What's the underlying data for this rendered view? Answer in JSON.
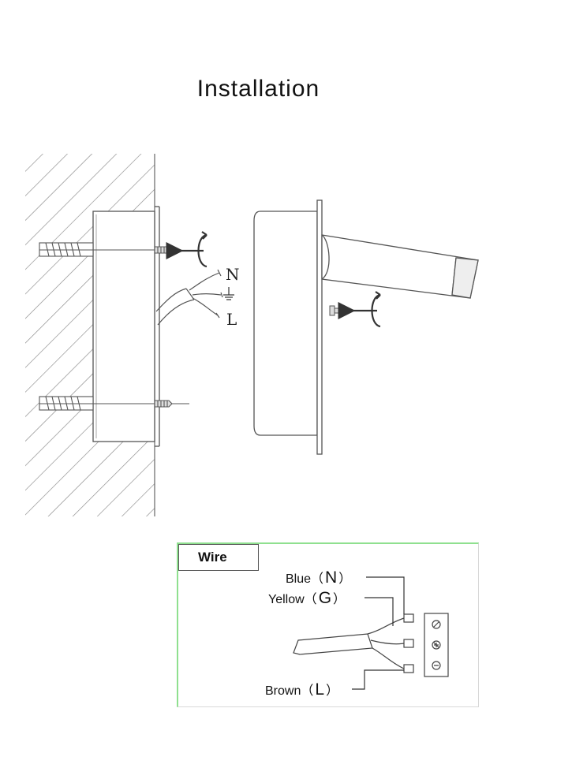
{
  "title": "Installation",
  "terminals": {
    "n": "N",
    "l": "L"
  },
  "wire_panel": {
    "tab_label": "Wire",
    "blue": {
      "label": "Blue",
      "code": "N"
    },
    "yellow": {
      "label": "Yellow",
      "code": "G"
    },
    "brown": {
      "label": "Brown",
      "code": "L"
    }
  }
}
